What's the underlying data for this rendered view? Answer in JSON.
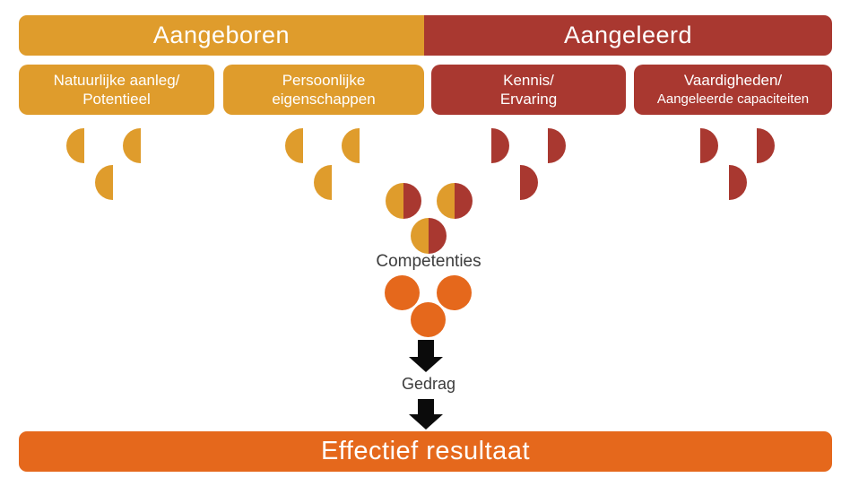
{
  "colors": {
    "bg": "#FFFFFF",
    "gold": "#DF9C2C",
    "red": "#A93830",
    "orange": "#E5681C",
    "ink": "#0B0B0B",
    "graytext": "#3C3C3C"
  },
  "header": {
    "left": {
      "label": "Aangeboren"
    },
    "right": {
      "label": "Aangeleerd"
    }
  },
  "categories": [
    {
      "line1": "Natuurlijke aanleg/",
      "line2": "Potentieel",
      "group": "Aangeboren",
      "dots": {
        "shape": "half-circle-left",
        "count": 3,
        "color": "gold"
      }
    },
    {
      "line1": "Persoonlijke",
      "line2": "eigenschappen",
      "group": "Aangeboren",
      "dots": {
        "shape": "half-circle-left",
        "count": 3,
        "color": "gold"
      }
    },
    {
      "line1": "Kennis/",
      "line2": "Ervaring",
      "group": "Aangeleerd",
      "dots": {
        "shape": "half-circle-right",
        "count": 3,
        "color": "red"
      }
    },
    {
      "line1": "Vaardigheden/",
      "line2": "Aangeleerde capaciteiten",
      "group": "Aangeleerd",
      "dots": {
        "shape": "half-circle-right",
        "count": 3,
        "color": "red"
      }
    }
  ],
  "flow": {
    "competenties_label": "Competenties",
    "competenties_circles": {
      "count": 3,
      "halves": [
        "gold",
        "red"
      ]
    },
    "gedrag_label": "Gedrag",
    "gedrag_circles": {
      "count": 3,
      "color": "orange"
    },
    "result_label": "Effectief resultaat"
  }
}
